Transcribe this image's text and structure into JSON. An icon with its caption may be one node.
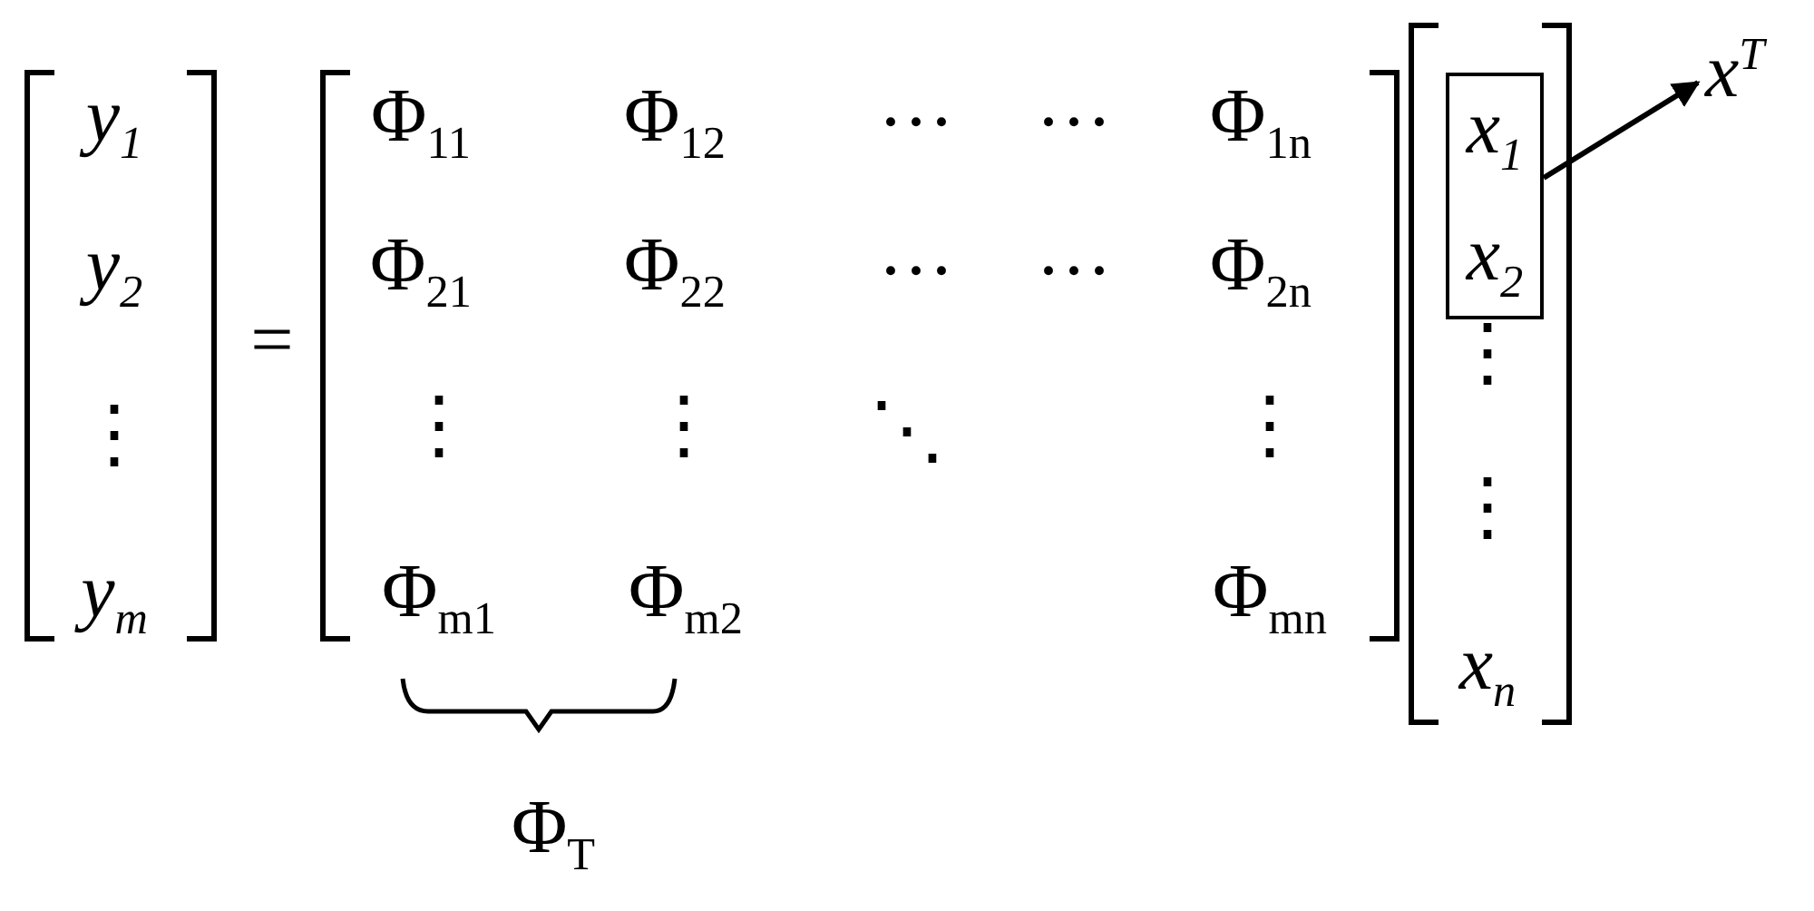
{
  "diagram": {
    "nodes": [
      {
        "text": [
          "x$_{1}$",
          "x$_{2}$"
        ]
      },
      {
        "text": [
          "x$^{T}$"
        ]
      }
    ],
    "edges": [
      {
        "from": 0,
        "to": 1,
        "arrow": "to"
      }
    ],
    "labels": [
      "y$_{1}$",
      "Φ$_{11}$",
      "Φ$_{12}$",
      "···",
      "···",
      "Φ$_{1n}$",
      "y$_{2}$",
      "=",
      "Φ$_{21}$",
      "Φ$_{22}$",
      "···",
      "···",
      "Φ$_{2n}$",
      "⋮",
      "⋮",
      "⋮",
      "⋱",
      "⋮",
      "⋮",
      "⋮",
      "y$_{m}$",
      "Φ$_{m1}$",
      "Φ$_{m2}$",
      "Φ$_{mn}$",
      "x$_{n}$",
      "Φ$_{T}$"
    ]
  }
}
